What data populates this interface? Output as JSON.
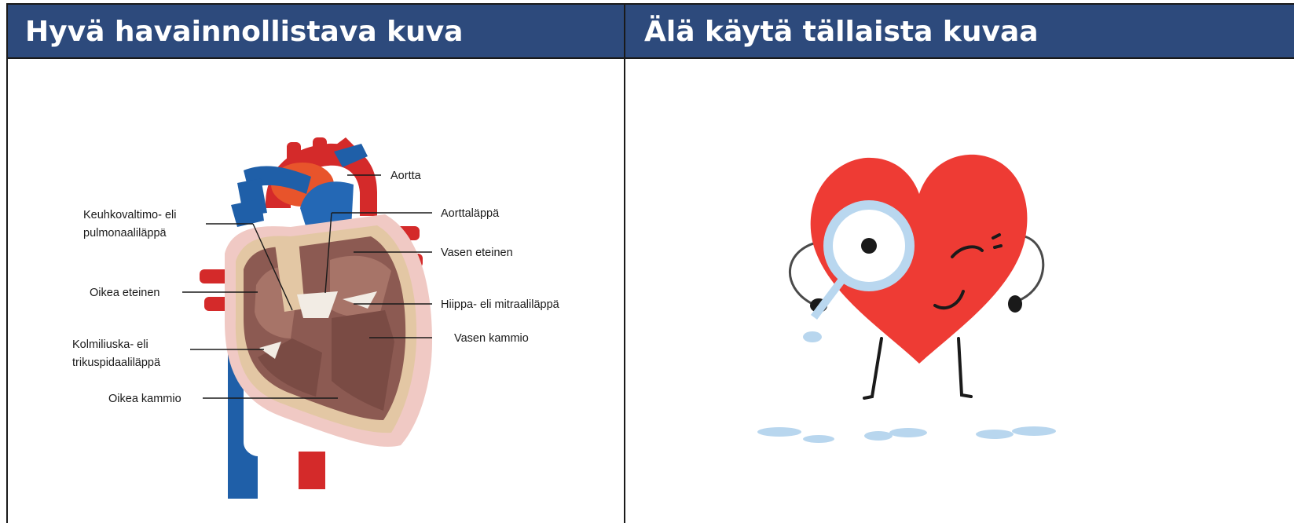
{
  "columns": {
    "good": {
      "header": "Hyvä havainnollistava kuva"
    },
    "bad": {
      "header": "Älä käytä tällaista kuvaa"
    }
  },
  "heart_diagram": {
    "labels": {
      "aorta": "Aortta",
      "aortic_valve": "Aorttaläppä",
      "pulmonary_valve_1": "Keuhkovaltimo- eli",
      "pulmonary_valve_2": "pulmonaaliläppä",
      "left_atrium": "Vasen eteinen",
      "right_atrium": "Oikea eteinen",
      "mitral_valve": "Hiippa- eli mitraaliläppä",
      "left_ventricle": "Vasen kammio",
      "tricuspid_valve_1": "Kolmiliuska- eli",
      "tricuspid_valve_2": "trikuspidaaliläppä",
      "right_ventricle": "Oikea kammio"
    },
    "colors": {
      "vein_blue": "#1f5fa8",
      "artery_red": "#d42a2a",
      "muscle": "#8c5a52",
      "inner": "#a77468",
      "outer": "#f0c9c4",
      "valve": "#e3c7a4"
    }
  },
  "cartoon": {
    "description_icon": "heart-with-magnifier-icon",
    "colors": {
      "heart": "#ee3b34",
      "lens_ring": "#b9d7ef",
      "shadow": "#b8d6ee"
    }
  }
}
